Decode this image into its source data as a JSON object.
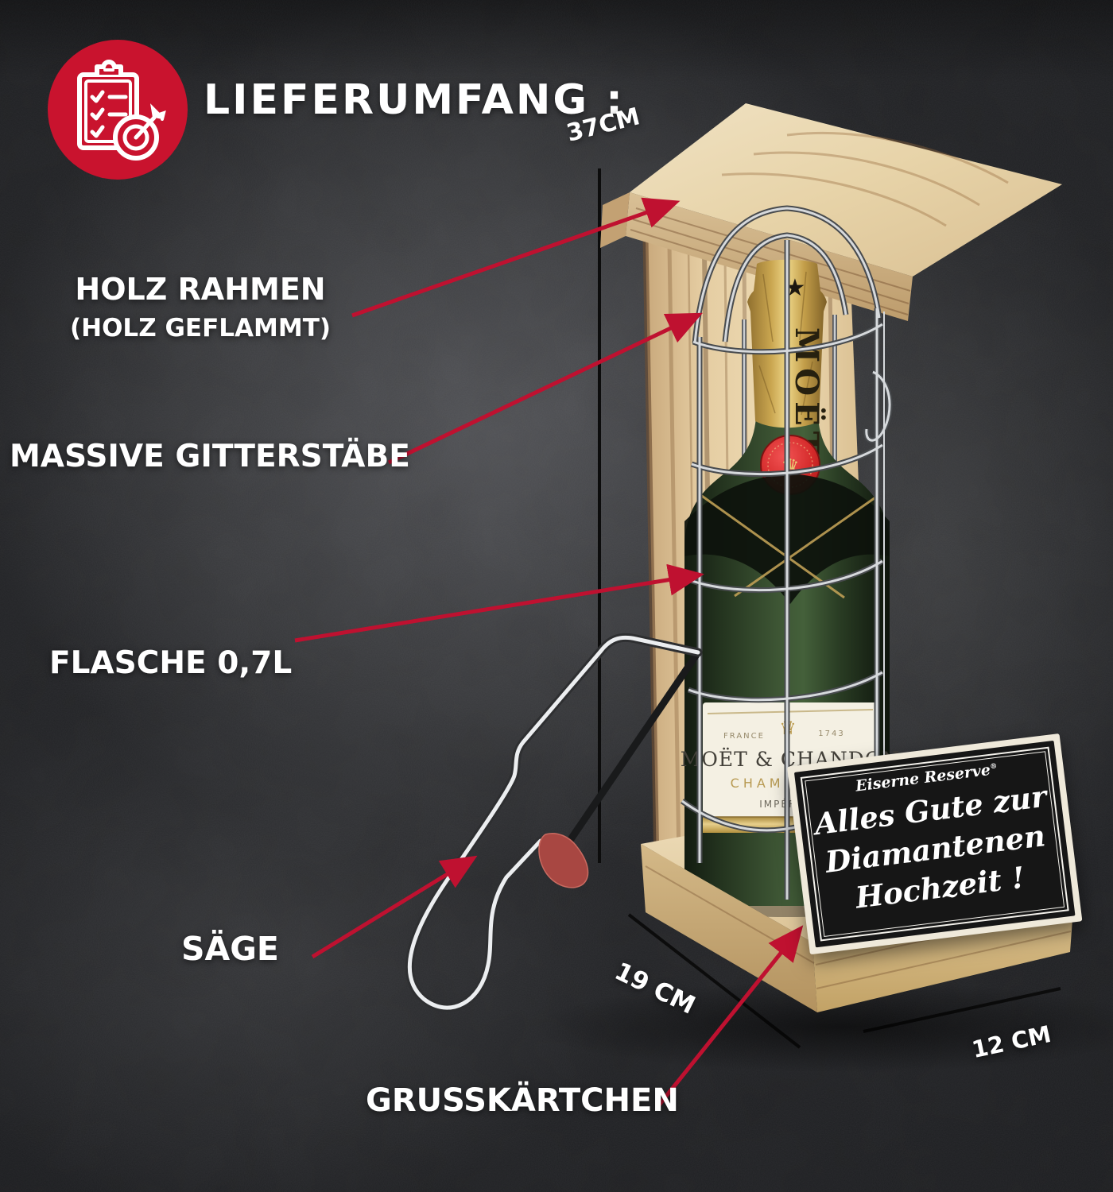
{
  "header": {
    "title": "LIEFERUMFANG :",
    "icon": "clipboard-checklist-target-icon"
  },
  "dimensions": {
    "height": "37CM",
    "depth": "19 CM",
    "width": "12 CM"
  },
  "annotations": {
    "frame": {
      "line1": "HOLZ RAHMEN",
      "line2": "(HOLZ GEFLAMMT)"
    },
    "bars": {
      "label": "MASSIVE GITTERSTÄBE"
    },
    "bottle": {
      "label": "FLASCHE 0,7L"
    },
    "saw": {
      "label": "SÄGE"
    },
    "card": {
      "label": "GRUSSKÄRTCHEN"
    }
  },
  "bottle": {
    "neck_star": "★",
    "neck_text": "MOËT",
    "seal_crown": "♛",
    "label_crown": "♛",
    "label_origin": "FRANCE",
    "label_year": "1743",
    "label_brand": "MOËT & CHANDON",
    "label_type": "CHAMPAGNE",
    "label_grade": "IMPÉRIAL"
  },
  "greeting_card": {
    "brand": "Eiserne Reserve",
    "reg": "®",
    "line1": "Alles Gute zur",
    "line2": "Diamantenen",
    "line3": "Hochzeit !"
  },
  "colors": {
    "accent_red": "#bf1130",
    "icon_circle_red": "#c9132e",
    "text_white": "#ffffff",
    "measure_line": "#0c0c0c",
    "wood_light": "#e9d8b8",
    "bottle_green": "#2c3f26",
    "foil_gold": "#d9b863",
    "card_black": "#161616"
  }
}
